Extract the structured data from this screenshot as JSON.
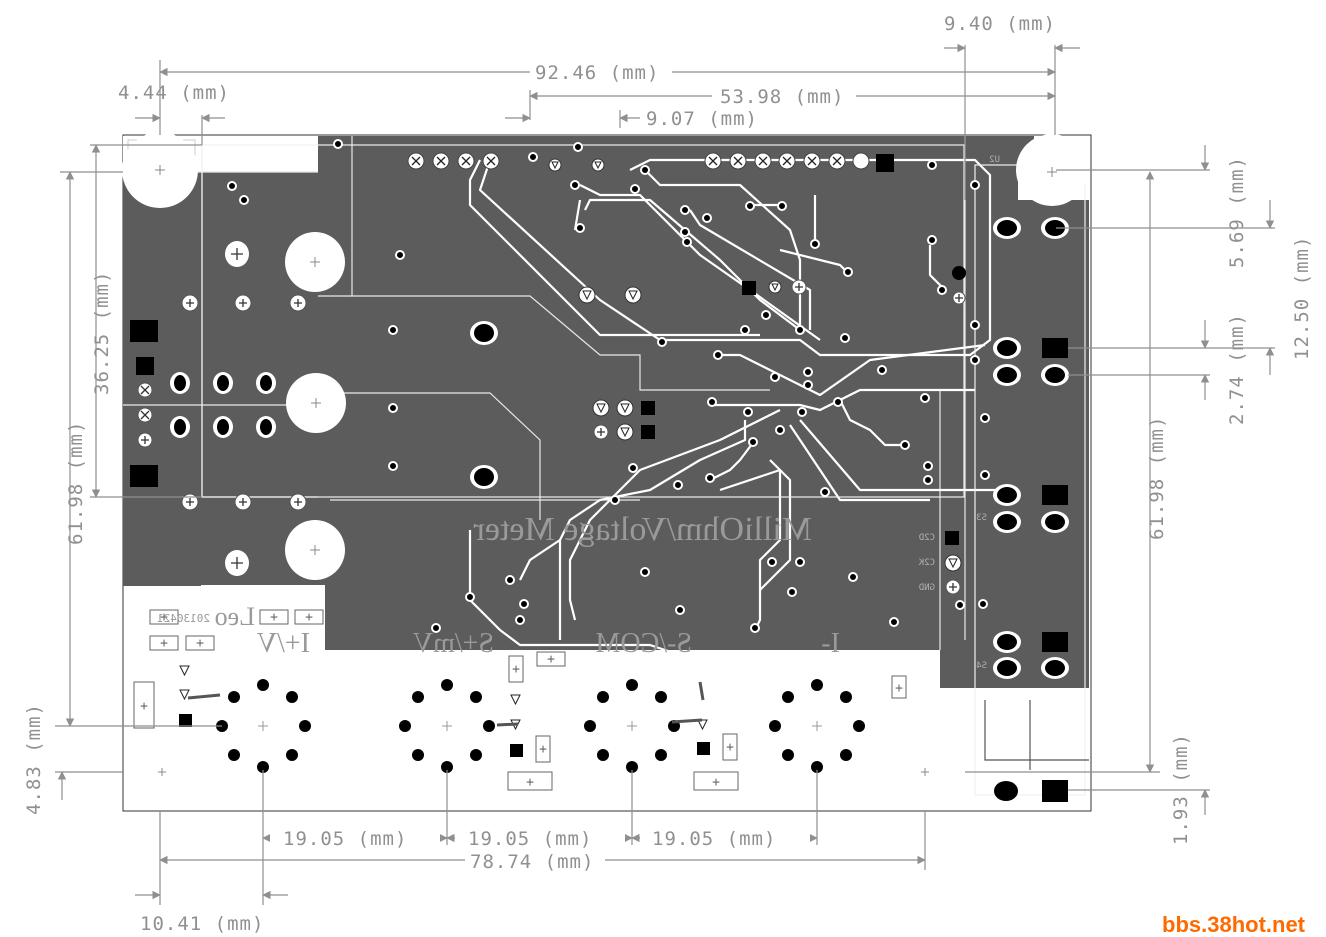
{
  "colors": {
    "board_outline": "#333333",
    "copper": "#5a5a5a",
    "trace": "#ffffff",
    "dimension": "#8f8f8f",
    "watermark": "#ff6a00"
  },
  "dimensions": {
    "d_9_40": "9.40 (mm)",
    "d_92_46": "92.46 (mm)",
    "d_53_98": "53.98 (mm)",
    "d_9_07": "9.07 (mm)",
    "d_4_44": "4.44 (mm)",
    "d_5_69": "5.69 (mm)",
    "d_12_50": "12.50 (mm)",
    "d_2_74": "2.74 (mm)",
    "d_61_98_left": "61.98 (mm)",
    "d_61_98_right": "61.98 (mm)",
    "d_36_25": "36.25 (mm)",
    "d_4_83": "4.83 (mm)",
    "d_1_93": "1.93 (mm)",
    "d_19_05_a": "19.05 (mm)",
    "d_19_05_b": "19.05 (mm)",
    "d_19_05_c": "19.05 (mm)",
    "d_78_74": "78.74 (mm)",
    "d_10_41": "10.41 (mm)"
  },
  "silkscreen": {
    "board_title": "MilliOhm/Voltage Meter",
    "author": "Leo",
    "date_code": "20130421",
    "jack_i_plus": "I+/V",
    "jack_s_plus": "S+/mV",
    "jack_s_minus": "S-/COM",
    "jack_i_minus": "I-",
    "pin_c2d": "C2D",
    "pin_c2k": "C2K",
    "pin_gnd": "GND",
    "ref_u2": "U2",
    "ref_s3": "S3",
    "ref_s4": "S4"
  },
  "watermark": "bbs.38hot.net"
}
